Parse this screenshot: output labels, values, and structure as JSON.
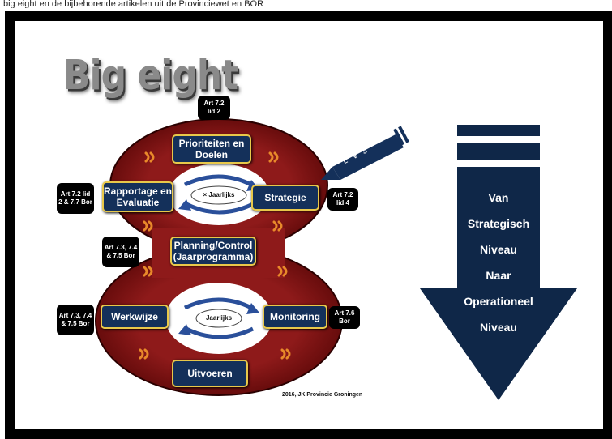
{
  "caption": "big eight en de bijbehorende artikelen uit de Provinciewet en BOR",
  "title": "Big eight",
  "boxes": {
    "prioriteiten": "Prioriteiten en Doelen",
    "rapportage": "Rapportage en Evaluatie",
    "strategie": "Strategie",
    "planning": "Planning/Control (Jaarprogramma)",
    "werkwijze": "Werkwijze",
    "monitoring": "Monitoring",
    "uitvoeren": "Uitvoeren"
  },
  "cycles": {
    "upper": "× Jaarlijks",
    "lower": "Jaarlijks"
  },
  "articles": {
    "top": "Art 7.2 lid 2",
    "left_upper": "Art 7.2 lid 2 & 7.7 Bor",
    "right_upper": "Art 7.2 lid 4",
    "middle": "Art 7.3, 7.4 & 7.5 Bor",
    "left_lower": "Art 7.3, 7.4 & 7.5 Bor",
    "right_lower": "Art 7.6 Bor"
  },
  "pen_label": "L V S",
  "arrow_lines": [
    "Van",
    "Strategisch",
    "Niveau",
    "Naar",
    "Operationeel",
    "Niveau"
  ],
  "copyright": "2016, JK Provincie Groningen",
  "colors": {
    "navy": "#14305a",
    "maroon": "#7a0e0e",
    "gold": "#e8c84a",
    "arrow": "#0f2748"
  }
}
